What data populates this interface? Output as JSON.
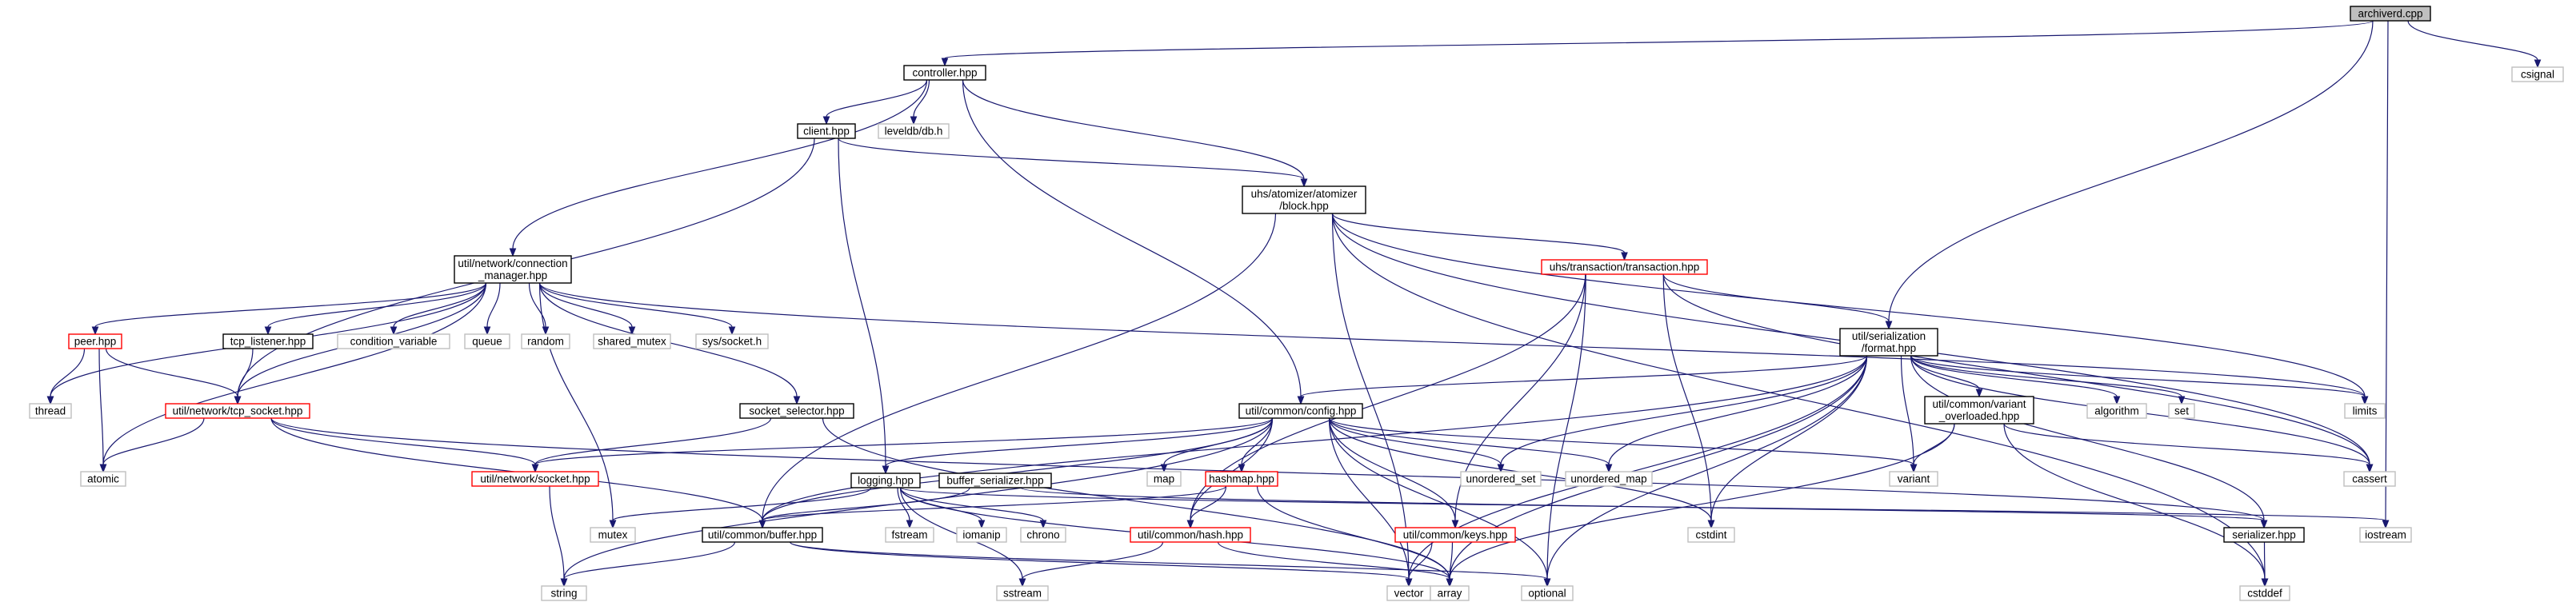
{
  "colors": {
    "edge": "#191970",
    "root_fill": "#bfbfbf",
    "root_border": "#000000",
    "normal_border": "#000000",
    "external_border": "#bfbfbf",
    "incomplete_border": "#ff0000",
    "node_fill": "#ffffff"
  },
  "nodes": [
    {
      "id": "archiverd",
      "lines": [
        "archiverd.cpp"
      ],
      "kind": "root"
    },
    {
      "id": "csignal",
      "lines": [
        "csignal"
      ],
      "kind": "external"
    },
    {
      "id": "controller",
      "lines": [
        "controller.hpp"
      ],
      "kind": "normal"
    },
    {
      "id": "client",
      "lines": [
        "client.hpp"
      ],
      "kind": "normal"
    },
    {
      "id": "leveldb",
      "lines": [
        "leveldb/db.h"
      ],
      "kind": "external"
    },
    {
      "id": "block",
      "lines": [
        "uhs/atomizer/atomizer",
        "/block.hpp"
      ],
      "kind": "normal"
    },
    {
      "id": "connmgr",
      "lines": [
        "util/network/connection",
        "_manager.hpp"
      ],
      "kind": "normal"
    },
    {
      "id": "transaction",
      "lines": [
        "uhs/transaction/transaction.hpp"
      ],
      "kind": "incomplete"
    },
    {
      "id": "peer",
      "lines": [
        "peer.hpp"
      ],
      "kind": "incomplete"
    },
    {
      "id": "tcplistener",
      "lines": [
        "tcp_listener.hpp"
      ],
      "kind": "normal"
    },
    {
      "id": "condvar",
      "lines": [
        "condition_variable"
      ],
      "kind": "external"
    },
    {
      "id": "queue",
      "lines": [
        "queue"
      ],
      "kind": "external"
    },
    {
      "id": "random",
      "lines": [
        "random"
      ],
      "kind": "external"
    },
    {
      "id": "sharedmutex",
      "lines": [
        "shared_mutex"
      ],
      "kind": "external"
    },
    {
      "id": "syssocket",
      "lines": [
        "sys/socket.h"
      ],
      "kind": "external"
    },
    {
      "id": "format",
      "lines": [
        "util/serialization",
        "/format.hpp"
      ],
      "kind": "normal"
    },
    {
      "id": "thread",
      "lines": [
        "thread"
      ],
      "kind": "external"
    },
    {
      "id": "tcpsocket",
      "lines": [
        "util/network/tcp_socket.hpp"
      ],
      "kind": "incomplete"
    },
    {
      "id": "socketselector",
      "lines": [
        "socket_selector.hpp"
      ],
      "kind": "normal"
    },
    {
      "id": "config",
      "lines": [
        "util/common/config.hpp"
      ],
      "kind": "normal"
    },
    {
      "id": "variant_overloaded",
      "lines": [
        "util/common/variant",
        "_overloaded.hpp"
      ],
      "kind": "normal"
    },
    {
      "id": "algorithm",
      "lines": [
        "algorithm"
      ],
      "kind": "external"
    },
    {
      "id": "set",
      "lines": [
        "set"
      ],
      "kind": "external"
    },
    {
      "id": "limits",
      "lines": [
        "limits"
      ],
      "kind": "external"
    },
    {
      "id": "atomic",
      "lines": [
        "atomic"
      ],
      "kind": "external"
    },
    {
      "id": "socket",
      "lines": [
        "util/network/socket.hpp"
      ],
      "kind": "incomplete"
    },
    {
      "id": "map",
      "lines": [
        "map"
      ],
      "kind": "external"
    },
    {
      "id": "hashmap",
      "lines": [
        "hashmap.hpp"
      ],
      "kind": "incomplete"
    },
    {
      "id": "unordered_set",
      "lines": [
        "unordered_set"
      ],
      "kind": "external"
    },
    {
      "id": "unordered_map",
      "lines": [
        "unordered_map"
      ],
      "kind": "external"
    },
    {
      "id": "variant",
      "lines": [
        "variant"
      ],
      "kind": "external"
    },
    {
      "id": "cassert",
      "lines": [
        "cassert"
      ],
      "kind": "external"
    },
    {
      "id": "logging",
      "lines": [
        "logging.hpp"
      ],
      "kind": "normal"
    },
    {
      "id": "bufserializer",
      "lines": [
        "buffer_serializer.hpp"
      ],
      "kind": "normal"
    },
    {
      "id": "fstream",
      "lines": [
        "fstream"
      ],
      "kind": "external"
    },
    {
      "id": "iomanip",
      "lines": [
        "iomanip"
      ],
      "kind": "external"
    },
    {
      "id": "chrono",
      "lines": [
        "chrono"
      ],
      "kind": "external"
    },
    {
      "id": "cstdint",
      "lines": [
        "cstdint"
      ],
      "kind": "external"
    },
    {
      "id": "iostream",
      "lines": [
        "iostream"
      ],
      "kind": "external"
    },
    {
      "id": "serializer",
      "lines": [
        "serializer.hpp"
      ],
      "kind": "normal"
    },
    {
      "id": "mutex",
      "lines": [
        "mutex"
      ],
      "kind": "external"
    },
    {
      "id": "buffer",
      "lines": [
        "util/common/buffer.hpp"
      ],
      "kind": "normal"
    },
    {
      "id": "hash",
      "lines": [
        "util/common/hash.hpp"
      ],
      "kind": "incomplete"
    },
    {
      "id": "keys",
      "lines": [
        "util/common/keys.hpp"
      ],
      "kind": "incomplete"
    },
    {
      "id": "string",
      "lines": [
        "string"
      ],
      "kind": "external"
    },
    {
      "id": "sstream",
      "lines": [
        "sstream"
      ],
      "kind": "external"
    },
    {
      "id": "vector",
      "lines": [
        "vector"
      ],
      "kind": "external"
    },
    {
      "id": "array",
      "lines": [
        "array"
      ],
      "kind": "external"
    },
    {
      "id": "optional",
      "lines": [
        "optional"
      ],
      "kind": "external"
    },
    {
      "id": "cstddef",
      "lines": [
        "cstddef"
      ],
      "kind": "external"
    }
  ],
  "edges": [
    [
      "archiverd",
      "controller"
    ],
    [
      "archiverd",
      "csignal"
    ],
    [
      "archiverd",
      "format"
    ],
    [
      "archiverd",
      "iostream"
    ],
    [
      "controller",
      "client"
    ],
    [
      "controller",
      "leveldb"
    ],
    [
      "controller",
      "block"
    ],
    [
      "controller",
      "connmgr"
    ],
    [
      "controller",
      "config"
    ],
    [
      "client",
      "block"
    ],
    [
      "client",
      "tcpsocket"
    ],
    [
      "client",
      "logging"
    ],
    [
      "block",
      "transaction"
    ],
    [
      "block",
      "buffer"
    ],
    [
      "block",
      "cassert"
    ],
    [
      "block",
      "limits"
    ],
    [
      "block",
      "cstddef"
    ],
    [
      "block",
      "vector"
    ],
    [
      "connmgr",
      "peer"
    ],
    [
      "connmgr",
      "tcplistener"
    ],
    [
      "connmgr",
      "condvar"
    ],
    [
      "connmgr",
      "queue"
    ],
    [
      "connmgr",
      "random"
    ],
    [
      "connmgr",
      "sharedmutex"
    ],
    [
      "connmgr",
      "syssocket"
    ],
    [
      "connmgr",
      "thread"
    ],
    [
      "connmgr",
      "tcpsocket"
    ],
    [
      "connmgr",
      "socketselector"
    ],
    [
      "connmgr",
      "atomic"
    ],
    [
      "connmgr",
      "mutex"
    ],
    [
      "connmgr",
      "limits"
    ],
    [
      "transaction",
      "format"
    ],
    [
      "transaction",
      "hash"
    ],
    [
      "transaction",
      "keys"
    ],
    [
      "transaction",
      "cstdint"
    ],
    [
      "transaction",
      "cassert"
    ],
    [
      "transaction",
      "optional"
    ],
    [
      "peer",
      "tcpsocket"
    ],
    [
      "peer",
      "thread"
    ],
    [
      "peer",
      "atomic"
    ],
    [
      "tcplistener",
      "tcpsocket"
    ],
    [
      "tcpsocket",
      "socket"
    ],
    [
      "tcpsocket",
      "buffer"
    ],
    [
      "tcpsocket",
      "atomic"
    ],
    [
      "tcpsocket",
      "serializer"
    ],
    [
      "socketselector",
      "socket"
    ],
    [
      "socketselector",
      "array"
    ],
    [
      "format",
      "config"
    ],
    [
      "format",
      "variant_overloaded"
    ],
    [
      "format",
      "algorithm"
    ],
    [
      "format",
      "set"
    ],
    [
      "format",
      "limits"
    ],
    [
      "format",
      "cassert"
    ],
    [
      "format",
      "variant"
    ],
    [
      "format",
      "unordered_set"
    ],
    [
      "format",
      "unordered_map"
    ],
    [
      "format",
      "cstdint"
    ],
    [
      "format",
      "serializer"
    ],
    [
      "format",
      "optional"
    ],
    [
      "format",
      "array"
    ],
    [
      "format",
      "vector"
    ],
    [
      "format",
      "buffer"
    ],
    [
      "variant_overloaded",
      "variant"
    ],
    [
      "variant_overloaded",
      "cassert"
    ],
    [
      "variant_overloaded",
      "cstddef"
    ],
    [
      "variant_overloaded",
      "array"
    ],
    [
      "config",
      "socket"
    ],
    [
      "config",
      "map"
    ],
    [
      "config",
      "hashmap"
    ],
    [
      "config",
      "unordered_set"
    ],
    [
      "config",
      "unordered_map"
    ],
    [
      "config",
      "variant"
    ],
    [
      "config",
      "logging"
    ],
    [
      "config",
      "buffer"
    ],
    [
      "config",
      "hash"
    ],
    [
      "config",
      "keys"
    ],
    [
      "config",
      "string"
    ],
    [
      "config",
      "vector"
    ],
    [
      "config",
      "optional"
    ],
    [
      "config",
      "cstdint"
    ],
    [
      "socket",
      "string"
    ],
    [
      "hashmap",
      "hash"
    ],
    [
      "hashmap",
      "buffer"
    ],
    [
      "hashmap",
      "array"
    ],
    [
      "logging",
      "fstream"
    ],
    [
      "logging",
      "iomanip"
    ],
    [
      "logging",
      "chrono"
    ],
    [
      "logging",
      "mutex"
    ],
    [
      "logging",
      "iostream"
    ],
    [
      "logging",
      "sstream"
    ],
    [
      "logging",
      "array"
    ],
    [
      "bufserializer",
      "buffer"
    ],
    [
      "bufserializer",
      "serializer"
    ],
    [
      "serializer",
      "cstddef"
    ],
    [
      "buffer",
      "string"
    ],
    [
      "buffer",
      "vector"
    ],
    [
      "buffer",
      "optional"
    ],
    [
      "hash",
      "array"
    ],
    [
      "hash",
      "sstream"
    ],
    [
      "keys",
      "array"
    ],
    [
      "keys",
      "vector"
    ]
  ]
}
